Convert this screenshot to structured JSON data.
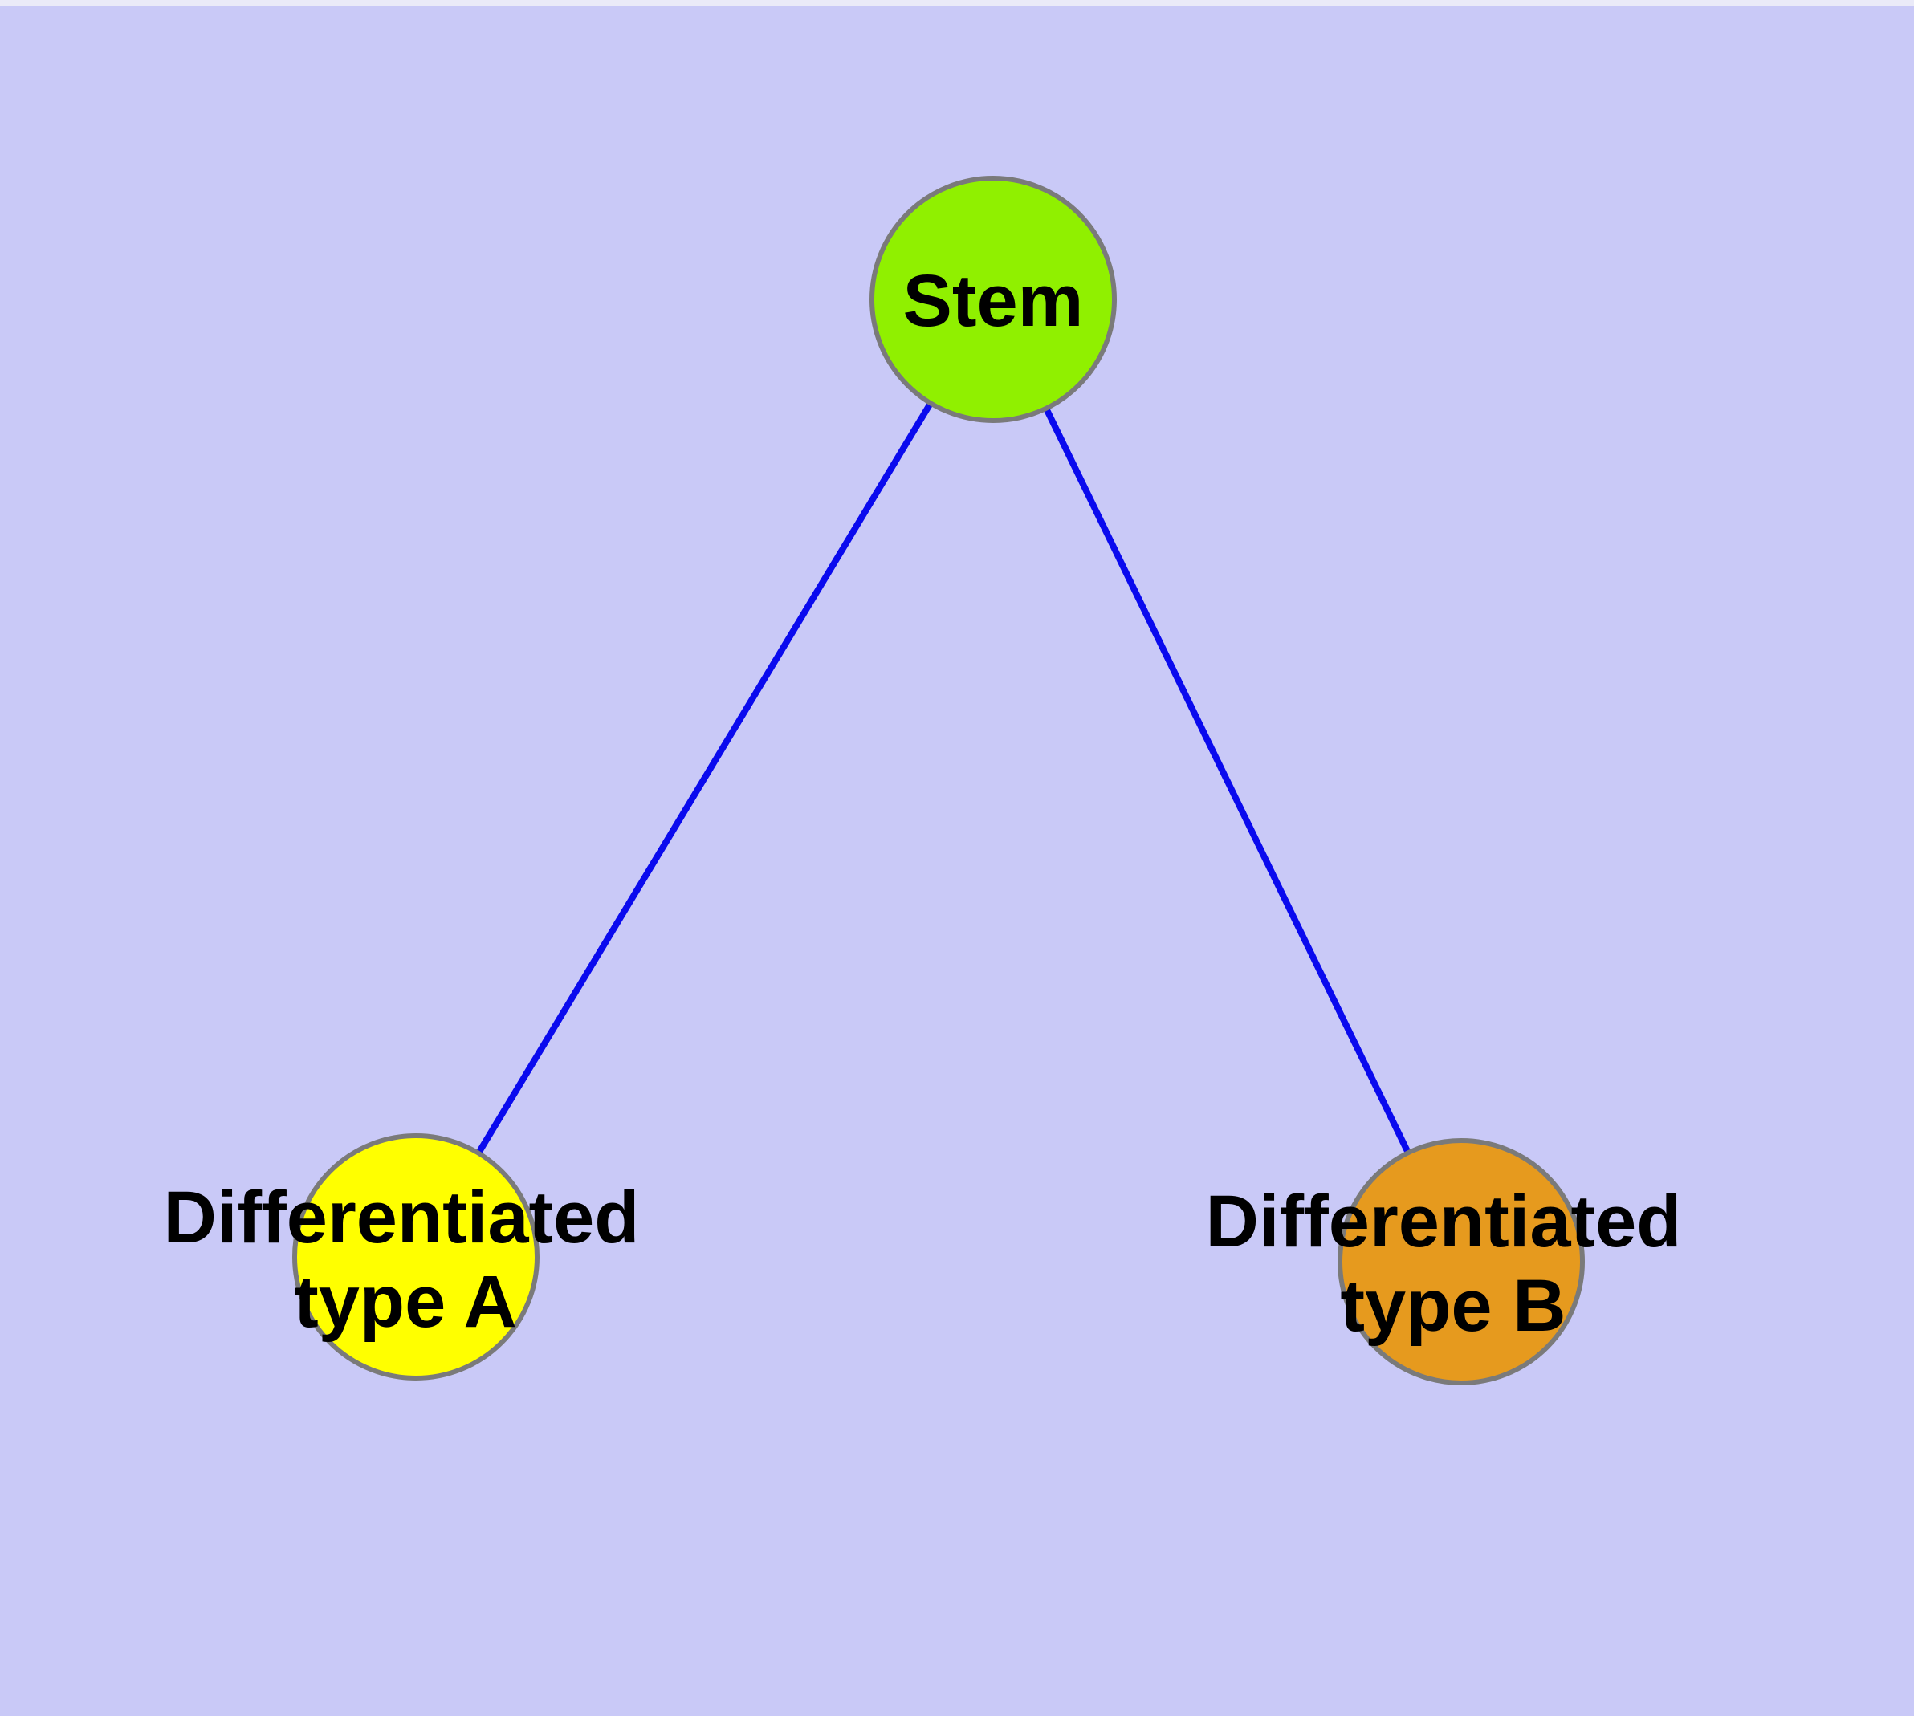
{
  "diagram": {
    "type": "node-link-graph",
    "description": "Cell differentiation graph: Stem node connected to two differentiated cell type nodes",
    "background_color": "#C9C9F7",
    "top_edge_strip_color": "#EAEAF8",
    "edge_color": "#0A0AEE",
    "node_border_color": "#7A7A7A",
    "label_color": "#000000",
    "nodes": {
      "stem": {
        "label": "Stem",
        "color": "#90F000"
      },
      "type_a": {
        "label_line1": "Differentiated",
        "label_line2": "type A",
        "color": "#FFFF00"
      },
      "type_b": {
        "label_line1": "Differentiated",
        "label_line2": "type B",
        "color": "#E69A1E"
      }
    },
    "edges": [
      {
        "from": "Stem",
        "to": "Differentiated type A"
      },
      {
        "from": "Stem",
        "to": "Differentiated type B"
      }
    ]
  }
}
